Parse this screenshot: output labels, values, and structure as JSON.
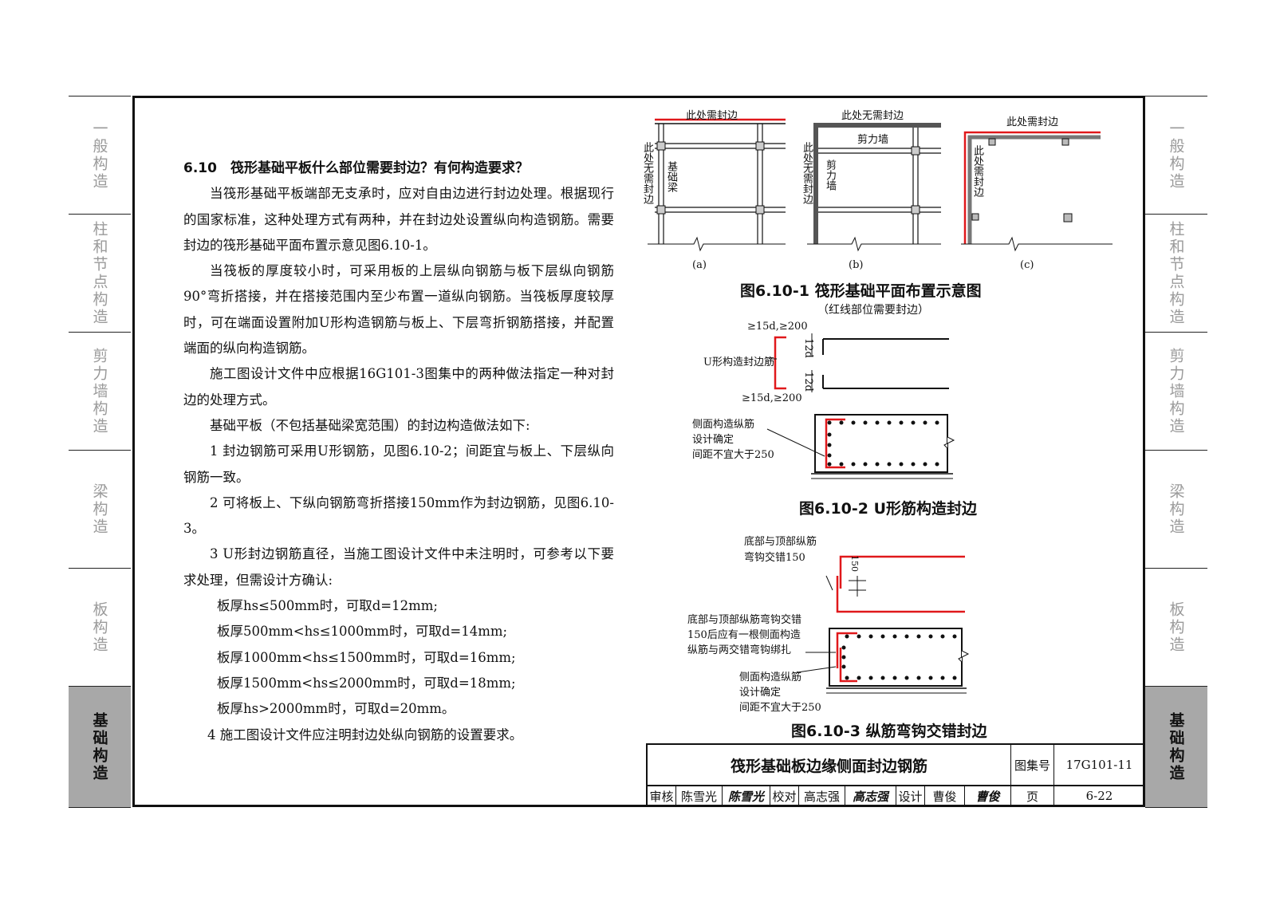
{
  "tabs_left": [
    {
      "label": "一般构造",
      "active": false
    },
    {
      "label": "柱和节点构造",
      "active": false
    },
    {
      "label": "剪力墙构造",
      "active": false
    },
    {
      "label": "梁构造",
      "active": false
    },
    {
      "label": "板构造",
      "active": false
    },
    {
      "label": "基础构造",
      "active": true
    }
  ],
  "tabs_right": [
    {
      "label": "一般构造",
      "active": false
    },
    {
      "label": "柱和节点构造",
      "active": false
    },
    {
      "label": "剪力墙构造",
      "active": false
    },
    {
      "label": "梁构造",
      "active": false
    },
    {
      "label": "板构造",
      "active": false
    },
    {
      "label": "基础构造",
      "active": true
    }
  ],
  "text": {
    "heading": "6.10　筏形基础平板什么部位需要封边？有何构造要求？",
    "p1": "当筏形基础平板端部无支承时，应对自由边进行封边处理。根据现行的国家标准，这种处理方式有两种，并在封边处设置纵向构造钢筋。需要封边的筏形基础平面布置示意见图6.10-1。",
    "p2": "当筏板的厚度较小时，可采用板的上层纵向钢筋与板下层纵向钢筋90°弯折搭接，并在搭接范围内至少布置一道纵向钢筋。当筏板厚度较厚时，可在端面设置附加U形构造钢筋与板上、下层弯折钢筋搭接，并配置端面的纵向构造钢筋。",
    "p3": "施工图设计文件中应根据16G101-3图集中的两种做法指定一种对封边的处理方式。",
    "p4": "基础平板（不包括基础梁宽范围）的封边构造做法如下:",
    "p5": "1 封边钢筋可采用U形钢筋，见图6.10-2；间距宜与板上、下层纵向钢筋一致。",
    "p6": "2 可将板上、下纵向钢筋弯折搭接150mm作为封边钢筋，见图6.10-3。",
    "p7": "3 U形封边钢筋直径，当施工图设计文件中未注明时，可参考以下要求处理，但需设计方确认:",
    "l1": "板厚hs≤500mm时，可取d=12mm;",
    "l2": "板厚500mm<hs≤1000mm时，可取d=14mm;",
    "l3": "板厚1000mm<hs≤1500mm时，可取d=16mm;",
    "l4": "板厚1500mm<hs≤2000mm时，可取d=18mm;",
    "l5": "板厚hs>2000mm时，可取d=20mm。",
    "p8": "4 施工图设计文件应注明封边处纵向钢筋的设置要求。"
  },
  "fig1": {
    "a_top": "此处需封边",
    "a_side": "此处无需封边",
    "a_beam": "基础梁",
    "b_top": "此处无需封边",
    "b_side": "此处无需封边",
    "b_wall_h": "剪力墙",
    "b_wall_v": "剪力墙",
    "c_top": "此处需封边",
    "c_side": "此处需封边",
    "sub_a": "(a)",
    "sub_b": "(b)",
    "sub_c": "(c)",
    "caption": "图6.10-1  筏形基础平面布置示意图",
    "note": "（红线部位需要封边）"
  },
  "fig2": {
    "dim_top": "≥15d,≥200",
    "dim_bottom": "≥15d,≥200",
    "ubar_label": "U形构造封边筋",
    "d12_top": "12d",
    "d12_bottom": "12d",
    "side_label_1": "侧面构造纵筋",
    "side_label_2": "设计确定",
    "side_label_3": "间距不宜大于250",
    "caption": "图6.10-2  U形筋构造封边"
  },
  "fig3": {
    "hook_label_1": "底部与顶部纵筋",
    "hook_label_2": "弯钩交错150",
    "dim_150": "150",
    "note_1": "底部与顶部纵筋弯钩交错",
    "note_2": "150后应有一根侧面构造",
    "note_3": "纵筋与两交错弯钩绑扎",
    "side_label_1": "侧面构造纵筋",
    "side_label_2": "设计确定",
    "side_label_3": "间距不宜大于250",
    "caption": "图6.10-3  纵筋弯钩交错封边"
  },
  "title_block": {
    "title": "筏形基础板边缘侧面封边钢筋",
    "atlas_label": "图集号",
    "atlas_no": "17G101-11",
    "review_label": "审核",
    "reviewer": "陈雪光",
    "reviewer_sig": "陈雪光",
    "check_label": "校对",
    "checker": "高志强",
    "checker_sig": "高志强",
    "design_label": "设计",
    "designer": "曹俊",
    "designer_sig": "曹俊",
    "page_label": "页",
    "page_no": "6-22"
  },
  "colors": {
    "red_bar": "#e0181b",
    "line": "#111111",
    "tab_active": "#a8a8a8",
    "tab_text": "#9a9a9a"
  }
}
